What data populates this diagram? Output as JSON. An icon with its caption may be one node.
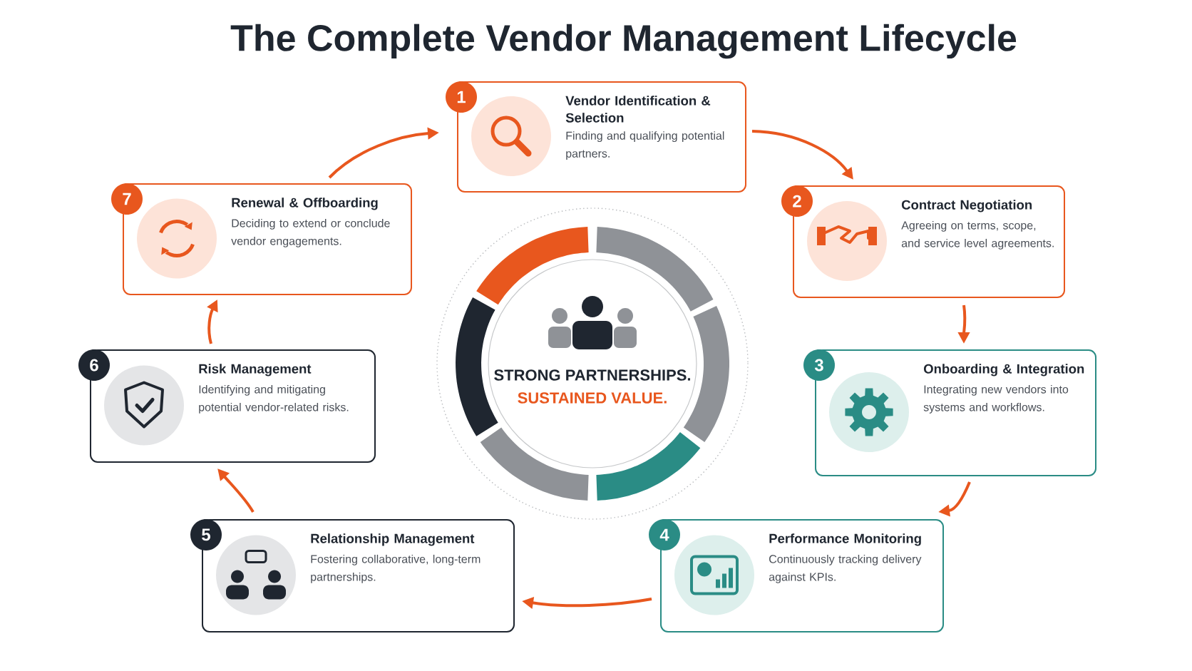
{
  "diagram": {
    "title": "The Complete Vendor Management Lifecycle",
    "nodes": [
      {
        "text": [
          "1",
          "Vendor Identification & Selection",
          "Finding and qualifying potential partners."
        ]
      },
      {
        "text": [
          "2",
          "Contract Negotiation",
          "Agreeing on terms, scope, and service level agreements."
        ]
      },
      {
        "text": [
          "3",
          "Onboarding & Integration",
          "Integrating new vendors into systems and workflows."
        ]
      },
      {
        "text": [
          "4",
          "Performance Monitoring",
          "Continuously tracking delivery against KPIs."
        ]
      },
      {
        "text": [
          "5",
          "Relationship Management",
          "Fostering collaborative, long-term partnerships."
        ]
      },
      {
        "text": [
          "6",
          "Risk Management",
          "Identifying and mitigating potential vendor-related risks."
        ]
      },
      {
        "text": [
          "7",
          "Renewal & Offboarding",
          "Deciding to extend or conclude vendor engagements."
        ]
      },
      {
        "text": [
          "STRONG PARTNERSHIPS.",
          "SUSTAINED VALUE."
        ]
      }
    ],
    "edges": [
      {
        "from": 0,
        "to": 1,
        "arrow": "to"
      },
      {
        "from": 1,
        "to": 2,
        "arrow": "to"
      },
      {
        "from": 2,
        "to": 3,
        "arrow": "to"
      },
      {
        "from": 3,
        "to": 4,
        "arrow": "to"
      },
      {
        "from": 4,
        "to": 5,
        "arrow": "to"
      },
      {
        "from": 5,
        "to": 6,
        "arrow": "to"
      },
      {
        "from": 6,
        "to": 0,
        "arrow": "to"
      }
    ]
  }
}
